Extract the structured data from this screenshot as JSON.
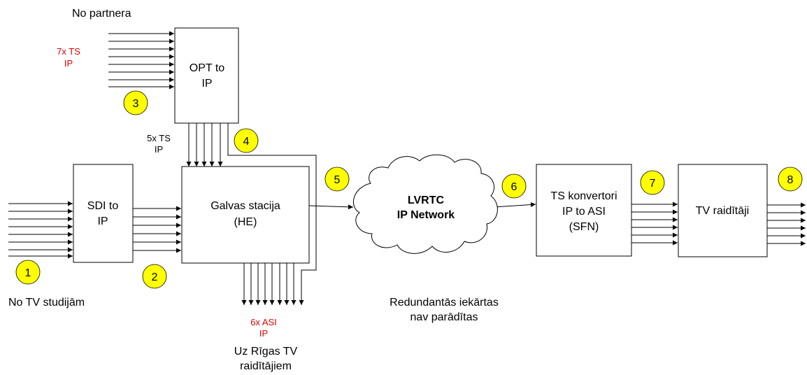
{
  "labels": {
    "no_partnera": "No partnera",
    "ts7_line1": "7x TS",
    "ts7_line2": "IP",
    "ts5_line1": "5x TS",
    "ts5_line2": "IP",
    "asi6_line1": "6x ASI",
    "asi6_line2": "IP",
    "no_tv_studijam": "No TV studijām",
    "uz_rigas_line1": "Uz Rīgas TV",
    "uz_rigas_line2": "raidītājiem",
    "redundant_line1": "Redundantās iekārtas",
    "redundant_line2": "nav parādītas"
  },
  "boxes": {
    "opt_line1": "OPT to",
    "opt_line2": "IP",
    "sdi_line1": "SDI to",
    "sdi_line2": "IP",
    "he_line1": "Galvas stacija",
    "he_line2": "(HE)",
    "cloud_line1": "LVRTC",
    "cloud_line2": "IP Network",
    "ts_line1": "TS konvertori",
    "ts_line2": "IP to ASI",
    "ts_line3": "(SFN)",
    "tv": "TV raidītāji"
  },
  "badges": [
    "1",
    "2",
    "3",
    "4",
    "5",
    "6",
    "7",
    "8"
  ],
  "colors": {
    "badge": "#ffff00",
    "red_text": "#e00000"
  }
}
